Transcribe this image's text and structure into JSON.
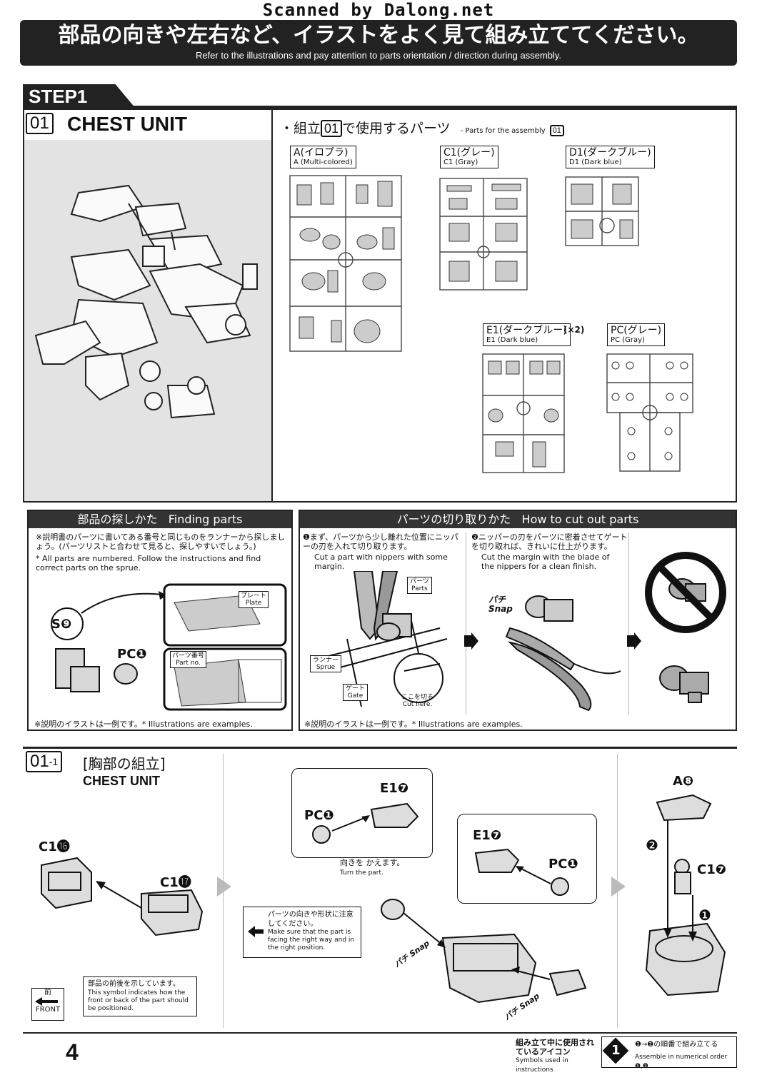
{
  "scan_credit": "Scanned by Dalong.net",
  "banner": {
    "jp": "部品の向きや左右など、イラストをよく見て組み立ててください。",
    "en": "Refer to the illustrations and pay attention to parts orientation / direction during assembly."
  },
  "step": "STEP1",
  "section01": {
    "number": "01",
    "title": "CHEST UNIT"
  },
  "parts_panel": {
    "heading_jp_pre": "・組立",
    "heading_num": "01",
    "heading_jp_post": "で使用するパーツ",
    "heading_en": "- Parts for the assembly",
    "runners": [
      {
        "code": "A(イロプラ)",
        "en": "A (Multi-colored)"
      },
      {
        "code": "C1(グレー)",
        "en": "C1 (Gray)"
      },
      {
        "code": "D1(ダークブルー)",
        "en": "D1 (Dark blue)"
      },
      {
        "code": "E1(ダークブルー)",
        "en": "E1 (Dark blue)",
        "qty": "(×2)"
      },
      {
        "code": "PC(グレー)",
        "en": "PC (Gray)"
      }
    ]
  },
  "finding_parts": {
    "header_jp": "部品の探しかた",
    "header_en": "Finding parts",
    "note_jp": "※説明書のパーツに書いてある番号と同じものをランナーから探しましょう。(パーツリストと合わせて見ると、探しやすいでしょう。)",
    "note_en": "* All parts are numbered. Follow the instructions and find correct parts on the sprue.",
    "label_s9": "S❾",
    "label_pc1": "PC❶",
    "plate_jp": "プレート",
    "plate_en": "Plate",
    "partno_jp": "パーツ番号",
    "partno_en": "Part no.",
    "footer": "※説明のイラストは一例です。* Illustrations are examples."
  },
  "cutting": {
    "header_jp": "パーツの切り取りかた",
    "header_en": "How to cut out parts",
    "step1_jp": "❶まず、パーツから少し離れた位置にニッパーの刃を入れて切り取ります。",
    "step1_en": "Cut a part with nippers with some margin.",
    "step2_jp": "❷ニッパーの刃をパーツに密着させてゲートを切り取れば、きれいに仕上がります。",
    "step2_en": "Cut the margin with the blade of the nippers for a clean finish.",
    "parts_jp": "パーツ",
    "parts_en": "Parts",
    "runner_jp": "ランナー",
    "runner_en": "Sprue",
    "gate_jp": "ゲート",
    "gate_en": "Gate",
    "cut_jp": "ここを切る",
    "cut_en": "Cut here.",
    "snap_jp": "パチ",
    "snap_en": "Snap",
    "footer": "※説明のイラストは一例です。* Illustrations are examples."
  },
  "section01_1": {
    "number": "01",
    "sub": "-1",
    "title_jp": "[胸部の組立]",
    "title_en": "CHEST UNIT",
    "labels": {
      "c1_16": "C1⓰",
      "c1_17": "C1⓱",
      "pc1_a": "PC❶",
      "e1_7_a": "E1❼",
      "turn_jp": "向きを かえます。",
      "turn_en": "Turn the part.",
      "e1_7_b": "E1❼",
      "pc1_b": "PC❶",
      "a8": "A❽",
      "c1_7": "C1❼",
      "order_1": "❶",
      "order_2": "❷",
      "snap": "パチ Snap"
    },
    "orient_note_jp": "パーツの向きや形状に注意してください。",
    "orient_note_en": "Make sure that the part is facing the right way and in the right position.",
    "front_note_jp": "部品の前後を示しています。",
    "front_note_en": "This symbol indicates how the front or back of the part should be positioned.",
    "front_jp": "前",
    "front_en": "FRONT"
  },
  "footer": {
    "page": "4",
    "icons_jp": "組み立て中に使用されているアイコン",
    "icons_en": "Symbols used in instructions",
    "legend_symbol": "1",
    "legend_jp": "❶→❷の順番で組み立てる",
    "legend_en": "Assemble in numerical order ❶,❷..."
  }
}
